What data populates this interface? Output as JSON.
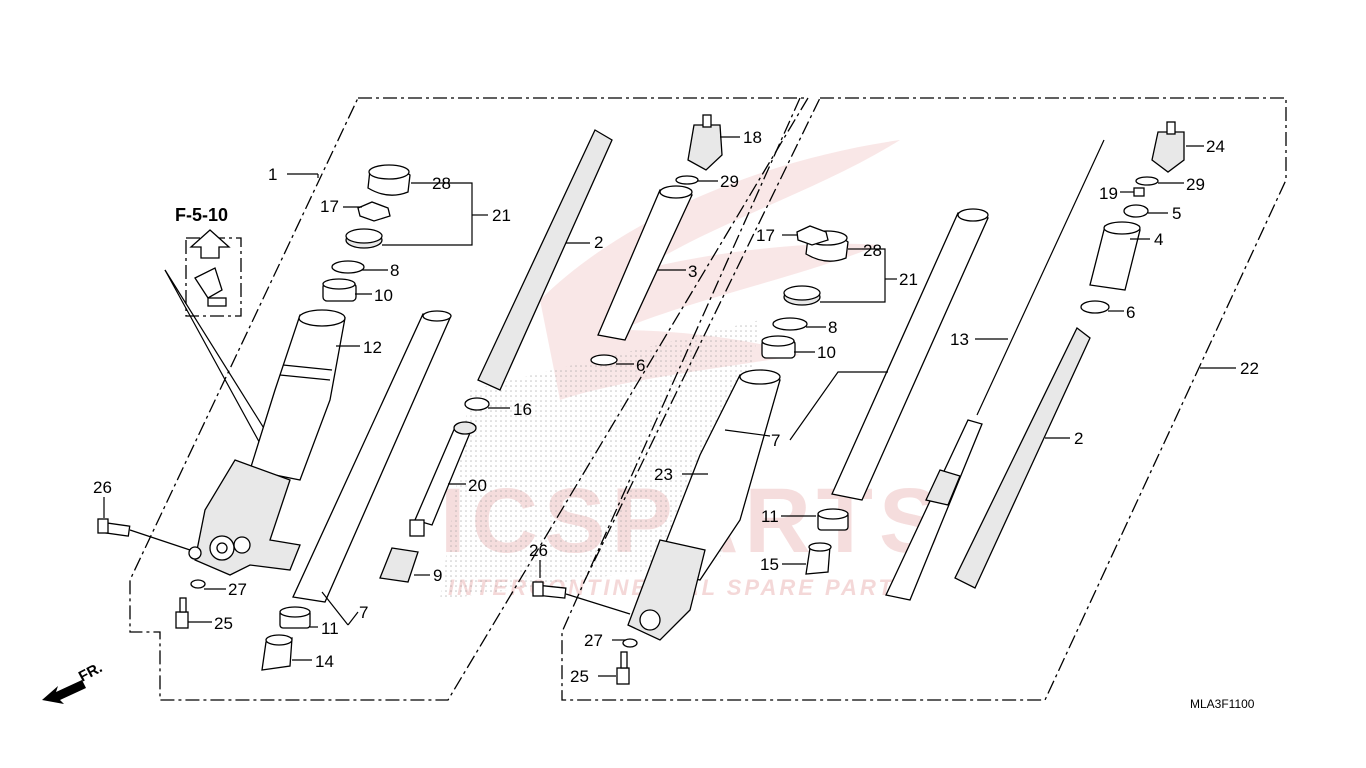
{
  "reference": {
    "code": "F-5-10"
  },
  "diagram_code": "MLA3F1100",
  "direction_label": "FR.",
  "watermark": {
    "brand": "ICSPARTS",
    "tagline": "INTERCONTINENTAL SPARE PARTS"
  },
  "callouts": [
    {
      "id": "c1",
      "text": "1"
    },
    {
      "id": "c28a",
      "text": "28"
    },
    {
      "id": "c17a",
      "text": "17"
    },
    {
      "id": "c21a",
      "text": "21"
    },
    {
      "id": "c8a",
      "text": "8"
    },
    {
      "id": "c10a",
      "text": "10"
    },
    {
      "id": "c12",
      "text": "12"
    },
    {
      "id": "c26a",
      "text": "26"
    },
    {
      "id": "c27a",
      "text": "27"
    },
    {
      "id": "c25a",
      "text": "25"
    },
    {
      "id": "c11a",
      "text": "11"
    },
    {
      "id": "c7a",
      "text": "7"
    },
    {
      "id": "c14",
      "text": "14"
    },
    {
      "id": "c2a",
      "text": "2"
    },
    {
      "id": "c16",
      "text": "16"
    },
    {
      "id": "c20",
      "text": "20"
    },
    {
      "id": "c9",
      "text": "9"
    },
    {
      "id": "c18",
      "text": "18"
    },
    {
      "id": "c29a",
      "text": "29"
    },
    {
      "id": "c3",
      "text": "3"
    },
    {
      "id": "c6a",
      "text": "6"
    },
    {
      "id": "c28b",
      "text": "28"
    },
    {
      "id": "c17b",
      "text": "17"
    },
    {
      "id": "c21b",
      "text": "21"
    },
    {
      "id": "c8b",
      "text": "8"
    },
    {
      "id": "c10b",
      "text": "10"
    },
    {
      "id": "c23",
      "text": "23"
    },
    {
      "id": "c26b",
      "text": "26"
    },
    {
      "id": "c27b",
      "text": "27"
    },
    {
      "id": "c25b",
      "text": "25"
    },
    {
      "id": "c7b",
      "text": "7"
    },
    {
      "id": "c11b",
      "text": "11"
    },
    {
      "id": "c15",
      "text": "15"
    },
    {
      "id": "c13",
      "text": "13"
    },
    {
      "id": "c24",
      "text": "24"
    },
    {
      "id": "c19",
      "text": "19"
    },
    {
      "id": "c29b",
      "text": "29"
    },
    {
      "id": "c5",
      "text": "5"
    },
    {
      "id": "c4",
      "text": "4"
    },
    {
      "id": "c6b",
      "text": "6"
    },
    {
      "id": "c22",
      "text": "22"
    },
    {
      "id": "c2b",
      "text": "2"
    }
  ]
}
